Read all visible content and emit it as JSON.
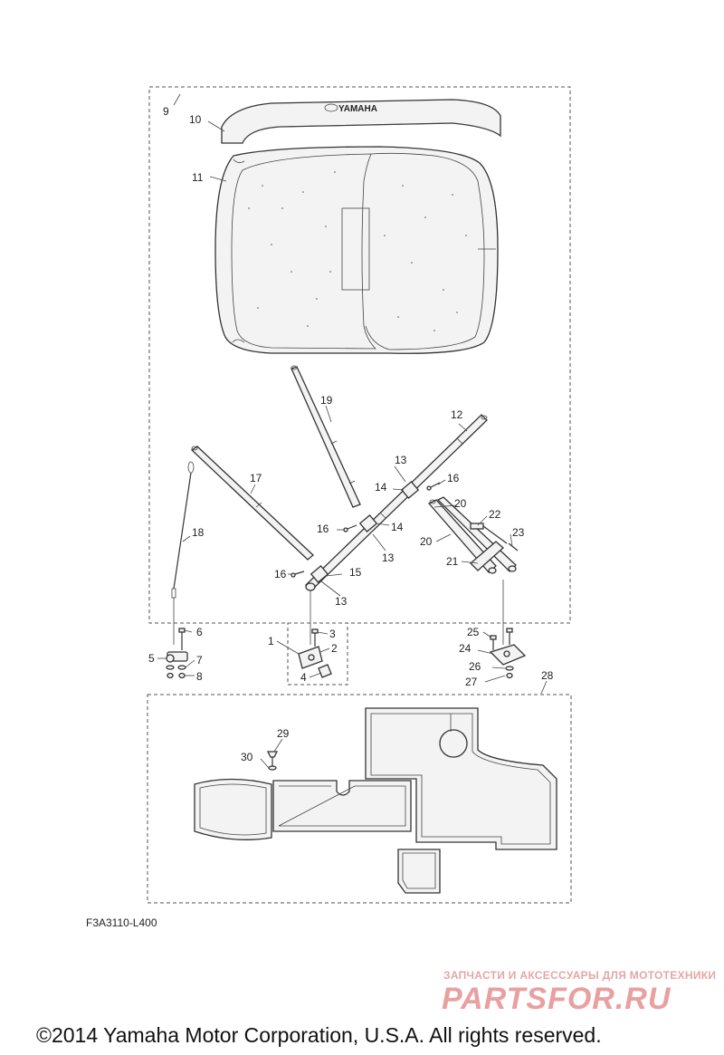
{
  "diagram_code": "F3A3110-L400",
  "brand_text": "YAMAHA",
  "copyright": "©2014 Yamaha Motor Corporation, U.S.A. All rights reserved.",
  "watermark": {
    "tagline": "ЗАПЧАСТИ И АКСЕССУАРЫ ДЛЯ МОТОТЕХНИКИ",
    "logo": "PARTSFOR.RU"
  },
  "callouts": {
    "c1": "1",
    "c2": "2",
    "c3": "3",
    "c4": "4",
    "c5": "5",
    "c6": "6",
    "c7": "7",
    "c8": "8",
    "c9": "9",
    "c10": "10",
    "c11": "11",
    "c12": "12",
    "c13a": "13",
    "c13b": "13",
    "c13c": "13",
    "c14a": "14",
    "c14b": "14",
    "c15": "15",
    "c16a": "16",
    "c16b": "16",
    "c16c": "16",
    "c17": "17",
    "c18": "18",
    "c19": "19",
    "c20a": "20",
    "c20b": "20",
    "c21": "21",
    "c22": "22",
    "c23": "23",
    "c24": "24",
    "c25": "25",
    "c26": "26",
    "c27": "27",
    "c28": "28",
    "c29": "29",
    "c30": "30"
  }
}
